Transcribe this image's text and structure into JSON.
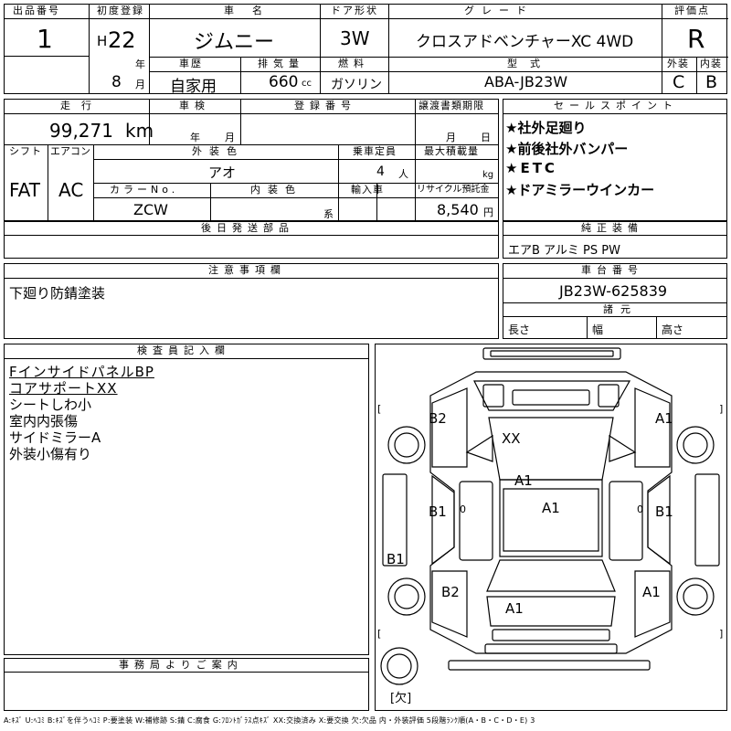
{
  "headers": {
    "lot": "出品番号",
    "first_reg": "初度登録",
    "car_name": "車名",
    "door": "ドア形状",
    "grade": "グレード",
    "score": "評価点",
    "history": "車歴",
    "displacement": "排気量",
    "fuel": "燃料",
    "model_code": "型式",
    "exterior": "外装",
    "interior": "内装",
    "mileage": "走行",
    "inspection": "車検",
    "reg_no": "登録番号",
    "transfer": "譲渡書類期限",
    "sales_point": "セールスポイント",
    "shift": "シフト",
    "aircon": "エアコン",
    "ext_color": "外装色",
    "capacity": "乗車定員",
    "max_load": "最大積載量",
    "color_no": "カラーNo.",
    "int_color": "内装色",
    "import": "輸入車",
    "recycle": "リサイクル預託金",
    "later_parts": "後日発送部品",
    "genuine": "純正装備",
    "caution": "注意事項欄",
    "chassis": "車台番号",
    "specs": "諸元",
    "inspector": "検査員記入欄",
    "office": "事務局よりご案内"
  },
  "vehicle": {
    "lot_no": "1",
    "era": "H",
    "year": "22",
    "year_unit": "年",
    "month": "8",
    "month_unit": "月",
    "name": "ジムニー",
    "door": "3W",
    "grade": "クロスアドベンチャーXC 4WD",
    "score": "R",
    "exterior_grade": "C",
    "interior_grade": "B",
    "history": "自家用",
    "displacement": "660",
    "displacement_unit": "cc",
    "fuel": "ガソリン",
    "model_code": "ABA-JB23W",
    "mileage": "99,271",
    "mileage_unit": "km",
    "insp_year_unit": "年",
    "insp_month_unit": "月",
    "transfer_month_unit": "月",
    "transfer_day_unit": "日",
    "shift": "FAT",
    "aircon": "AC",
    "ext_color": "アオ",
    "capacity": "4",
    "capacity_unit": "人",
    "load_unit": "kg",
    "color_no": "ZCW",
    "int_color_unit": "系",
    "recycle": "8,540",
    "recycle_unit": "円",
    "chassis_no": "JB23W-625839",
    "length_label": "長さ",
    "width_label": "幅",
    "height_label": "高さ"
  },
  "sales_points": [
    "★社外足廻り",
    "★前後社外バンパー",
    "★ETC",
    "★ドアミラーウインカー"
  ],
  "equipment": "エアB アルミ PS PW",
  "caution_text": "下廻り防錆塗装",
  "inspector_notes": [
    "FインサイドパネルBP",
    "コアサポートXX",
    "シートしわ小",
    "室内内張傷",
    "サイドミラーA",
    "外装小傷有り"
  ],
  "diagram": {
    "marks": [
      "B2",
      "A1",
      "XX",
      "A1",
      "B1",
      "A1",
      "B1",
      "B1",
      "B2",
      "A1",
      "A1"
    ],
    "zeros": [
      "0",
      "0"
    ],
    "brackets": [
      "[",
      "]",
      "[",
      "]"
    ],
    "missing": "[欠]"
  },
  "footer": "A:ｷｽﾞ U:ﾍｺﾐ B:ｷｽﾞを伴うﾍｺﾐ P:要塗装 W:補修跡 S:錆 C:腐食 G:ﾌﾛﾝﾄｶﾞﾗｽ点ｷｽﾞ XX:交換済み X:要交換 欠:欠品 内・外装評価 5段階ﾗﾝｸ順(A・B・C・D・E) 3"
}
